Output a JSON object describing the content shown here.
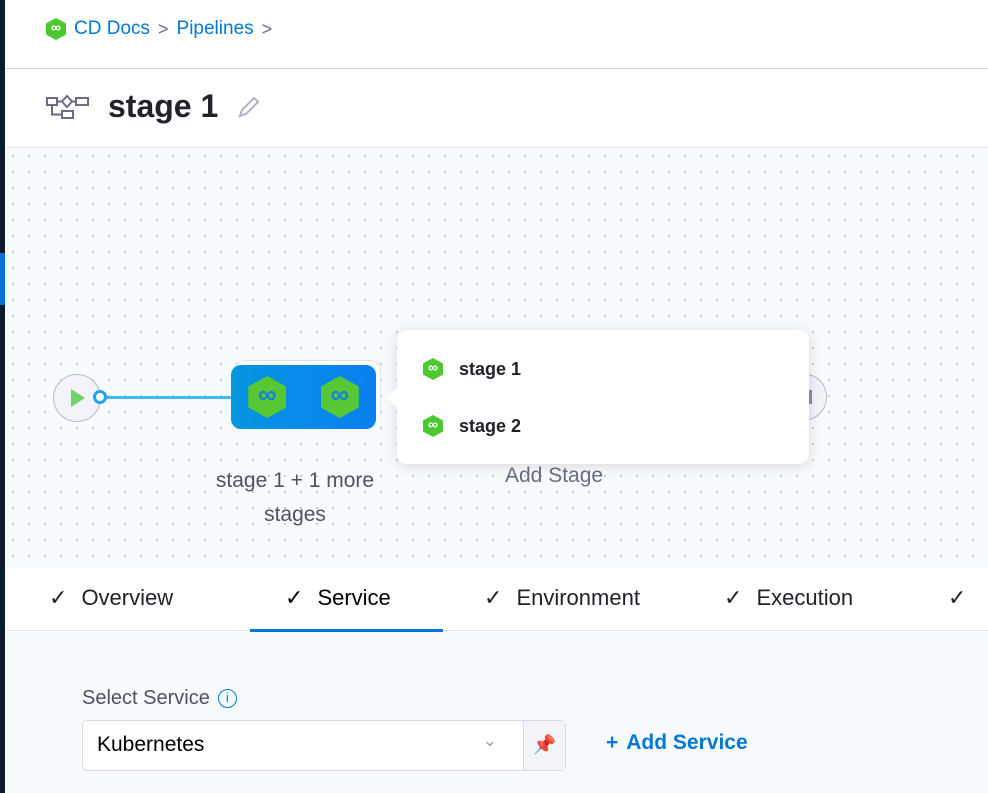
{
  "breadcrumb": {
    "items": [
      "CD Docs",
      "Pipelines"
    ]
  },
  "header": {
    "title": "stage 1"
  },
  "canvas": {
    "group_label": "stage 1 + 1 more stages",
    "add_stage": "Add Stage",
    "popup": [
      "stage 1",
      "stage 2"
    ]
  },
  "tabs": [
    {
      "label": "Overview"
    },
    {
      "label": "Service",
      "active": true
    },
    {
      "label": "Environment"
    },
    {
      "label": "Execution"
    }
  ],
  "service": {
    "label": "Select Service",
    "value": "Kubernetes",
    "add_label": "Add Service"
  },
  "colors": {
    "accent": "#0278d5",
    "stage_green": "#4dc830"
  }
}
